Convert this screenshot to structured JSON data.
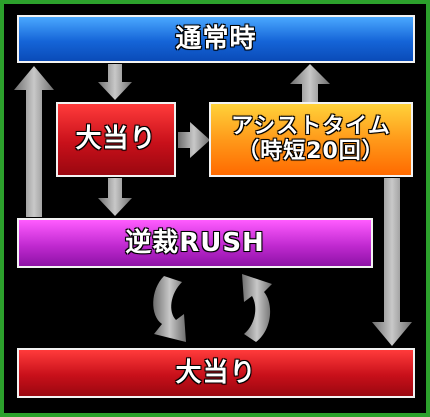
{
  "nodes": {
    "normal": {
      "label": "通常時"
    },
    "jackpot_left": {
      "label": "大当り"
    },
    "assist_time": {
      "line1": "アシストタイム",
      "line2": "（時短20回）"
    },
    "gyakusai_rush": {
      "label": "逆裁RUSH"
    },
    "jackpot_bottom": {
      "label": "大当り"
    }
  },
  "colors": {
    "background": "#000000",
    "frame": "#2ca02c",
    "normal": "#1565d8",
    "jackpot": "#c8101a",
    "assist_time": "#ff9a1a",
    "rush": "#c12ad1",
    "arrow": "#9a9a9a"
  }
}
